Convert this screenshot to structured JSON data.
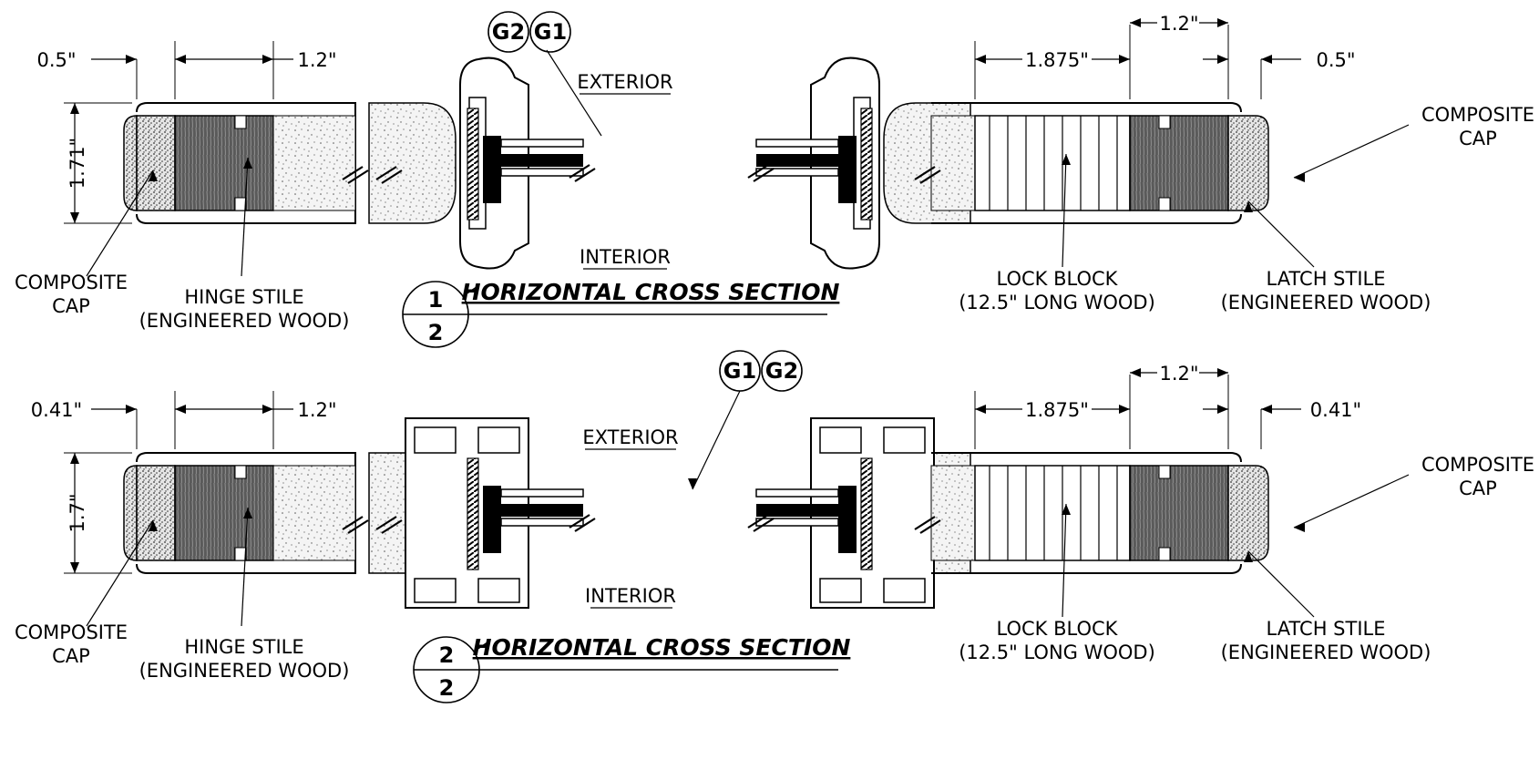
{
  "sections": [
    {
      "id": "section-1",
      "title": "HORIZONTAL CROSS SECTION",
      "detail_number": "1",
      "sheet_number": "2",
      "exterior_label": "EXTERIOR",
      "interior_label": "INTERIOR",
      "glass_callouts": [
        "G2",
        "G1"
      ],
      "left": {
        "cap_dim": "0.5\"",
        "stile_dim": "1.2\"",
        "thickness_dim": "1.71\"",
        "cap_label": [
          "COMPOSITE",
          "CAP"
        ],
        "stile_label": [
          "HINGE STILE",
          "(ENGINEERED WOOD)"
        ]
      },
      "right": {
        "lock_dim": "1.875\"",
        "stile_dim": "1.2\"",
        "cap_dim": "0.5\"",
        "lock_label": [
          "LOCK BLOCK",
          "(12.5\" LONG WOOD)"
        ],
        "stile_label": [
          "LATCH STILE",
          "(ENGINEERED WOOD)"
        ],
        "cap_label": [
          "COMPOSITE",
          "CAP"
        ]
      }
    },
    {
      "id": "section-2",
      "title": "HORIZONTAL CROSS SECTION",
      "detail_number": "2",
      "sheet_number": "2",
      "exterior_label": "EXTERIOR",
      "interior_label": "INTERIOR",
      "glass_callouts": [
        "G1",
        "G2"
      ],
      "left": {
        "cap_dim": "0.41\"",
        "stile_dim": "1.2\"",
        "thickness_dim": "1.7\"",
        "cap_label": [
          "COMPOSITE",
          "CAP"
        ],
        "stile_label": [
          "HINGE STILE",
          "(ENGINEERED WOOD)"
        ]
      },
      "right": {
        "lock_dim": "1.875\"",
        "stile_dim": "1.2\"",
        "cap_dim": "0.41\"",
        "lock_label": [
          "LOCK BLOCK",
          "(12.5\" LONG WOOD)"
        ],
        "stile_label": [
          "LATCH STILE",
          "(ENGINEERED WOOD)"
        ],
        "cap_label": [
          "COMPOSITE",
          "CAP"
        ]
      }
    }
  ]
}
